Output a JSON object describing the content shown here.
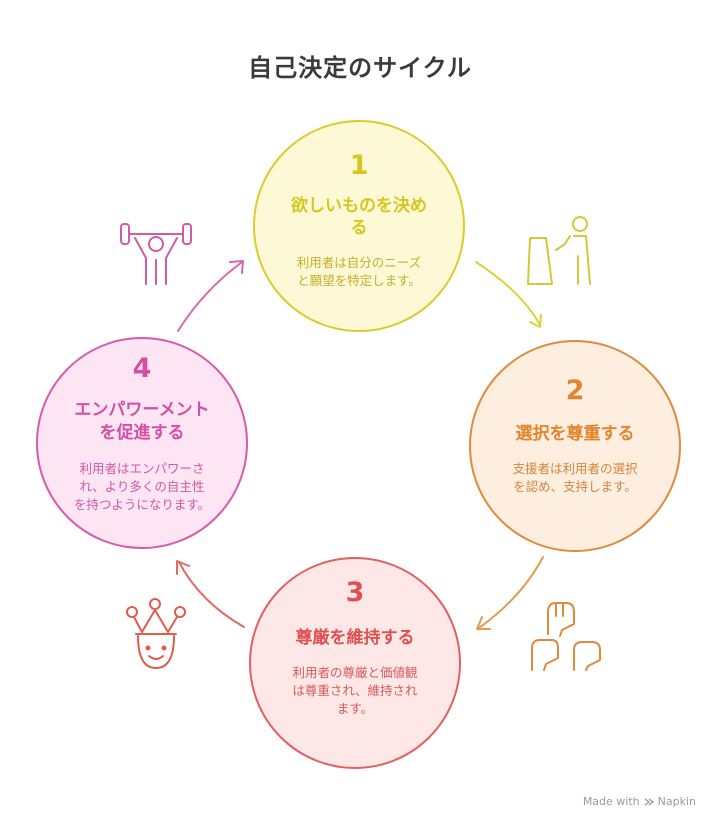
{
  "title": "自己決定のサイクル",
  "steps": [
    {
      "number": "1",
      "title_line1": "欲しいものを決め",
      "title_line2": "る",
      "desc_line1": "利用者は自分のニーズ",
      "desc_line2": "と願望を特定します。",
      "color": "#d8c51e"
    },
    {
      "number": "2",
      "title_line1": "選択を尊重する",
      "desc_line1": "支援者は利用者の選択",
      "desc_line2": "を認め、支持します。",
      "color": "#e2852f"
    },
    {
      "number": "3",
      "title_line1": "尊厳を維持する",
      "desc_line1": "利用者の尊厳と価値観",
      "desc_line2": "は尊重され、維持され",
      "desc_line3": "ます。",
      "color": "#e05050"
    },
    {
      "number": "4",
      "title_line1": "エンパワーメント",
      "title_line2": "を促進する",
      "desc_line1": "利用者はエンパワーさ",
      "desc_line2": "れ、より多くの自主性",
      "desc_line3": "を持つようになります。",
      "color": "#d34fa5"
    }
  ],
  "icons": [
    "person-at-podium-icon",
    "raised-fists-icon",
    "crowned-face-icon",
    "weightlifter-icon"
  ],
  "footer": {
    "made_with": "Made with",
    "brand": "Napkin"
  }
}
